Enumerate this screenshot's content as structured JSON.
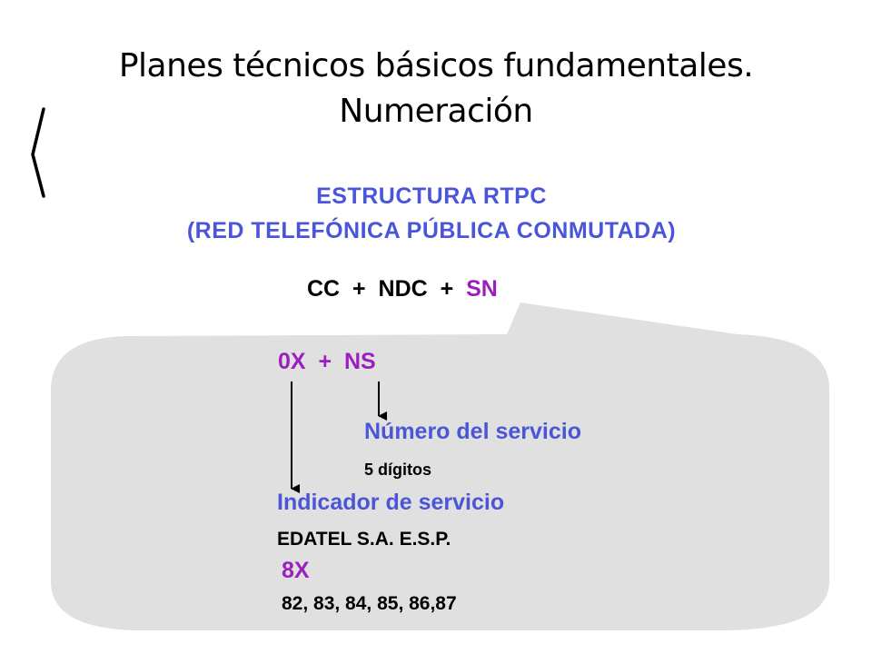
{
  "title": {
    "line1": "Planes técnicos básicos fundamentales.",
    "line2": "Numeración"
  },
  "heading": {
    "line1": "ESTRUCTURA RTPC",
    "line2": "(RED TELEFÓNICA PÚBLICA CONMUTADA)"
  },
  "formula": {
    "cc": "CC",
    "plus1": "+",
    "ndc": "NDC",
    "plus2": "+",
    "sn": "SN"
  },
  "callout": {
    "expression": "0X  +  NS",
    "service_number_label": "Número del servicio",
    "service_number_digits": "5 dígitos",
    "service_indicator_label": "Indicador de servicio",
    "operator": "EDATEL S.A. E.S.P.",
    "operator_code": "8X",
    "operator_codes_list": "82, 83, 84, 85, 86,87"
  },
  "colors": {
    "blue": "#4a55d8",
    "purple": "#9b1fbf",
    "callout_fill": "#e0e0e0"
  }
}
